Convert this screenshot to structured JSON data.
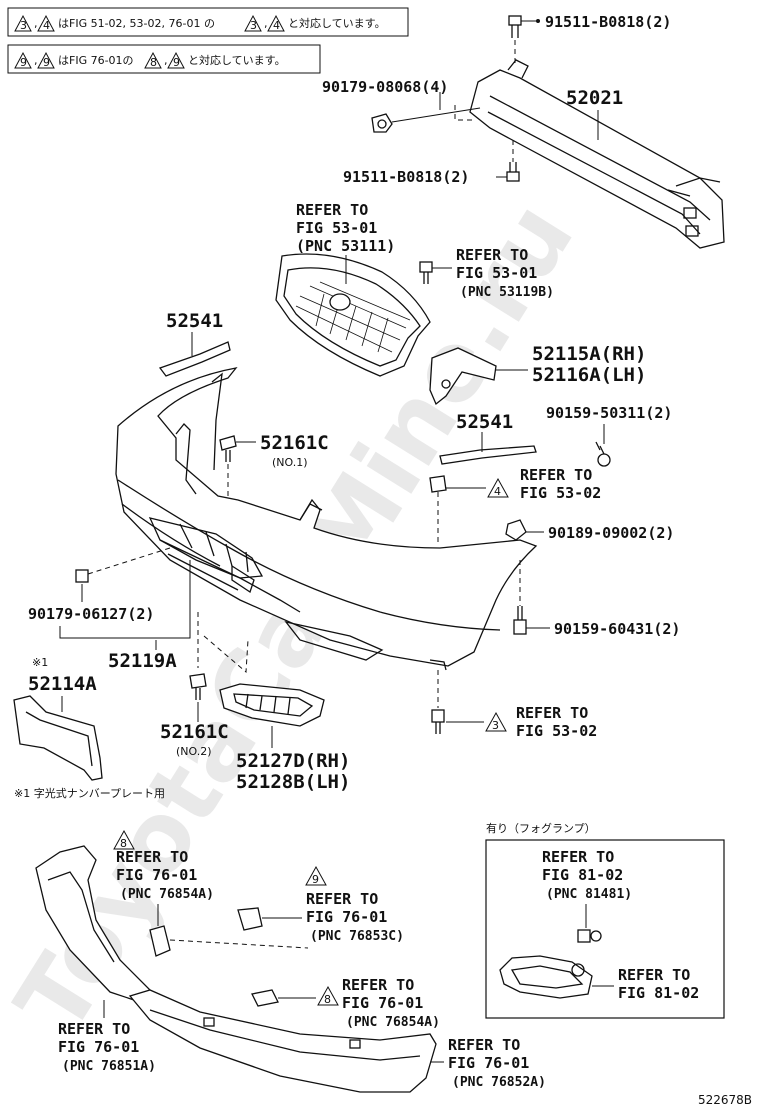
{
  "notes": [
    {
      "tri1": "3",
      "tri2": "4",
      "text_a": "はFIG 51-02, 53-02, 76-01 の",
      "text_b": "と対応しています。"
    },
    {
      "tri1": "9",
      "tri2": "9",
      "text_a": "はFIG 76-01の",
      "text_b": "と対応しています。",
      "tri3": "8"
    }
  ],
  "watermark": "ToyotaCarMine.ru",
  "parts": {
    "p91511_top": "91511-B0818(2)",
    "p90179_08068": "90179-08068(4)",
    "p52021": "52021",
    "p91511_bot": "91511-B0818(2)",
    "grille_ref": [
      "REFER TO",
      "FIG 53-01",
      "(PNC 53111)"
    ],
    "clip_ref": [
      "REFER TO",
      "FIG 53-01",
      "(PNC 53119B)"
    ],
    "p52541_a": "52541",
    "p52115A": "52115A(RH)",
    "p52116A": "52116A(LH)",
    "p52541_b": "52541",
    "p90159_50311": "90159-50311(2)",
    "p52161C_a": "52161C",
    "no1": "(NO.1)",
    "ref4_tri": "4",
    "ref4": [
      "REFER TO",
      "FIG 53-02"
    ],
    "p90189_09002": "90189-09002(2)",
    "p90179_06127": "90179-06127(2)",
    "p90159_60431": "90159-60431(2)",
    "mark1": "※1",
    "p52119A": "52119A",
    "p52114A": "52114A",
    "p52161C_b": "52161C",
    "no2": "(NO.2)",
    "ref3_tri": "3",
    "ref3": [
      "REFER TO",
      "FIG 53-02"
    ],
    "p52127D": "52127D(RH)",
    "p52128B": "52128B(LH)",
    "plate_note": "※1 字光式ナンバープレート用"
  },
  "lower": {
    "ref8a_tri": "8",
    "ref8a": [
      "REFER TO",
      "FIG 76-01",
      "(PNC 76854A)"
    ],
    "ref9_tri": "9",
    "ref9": [
      "REFER TO",
      "FIG 76-01",
      "(PNC 76853C)"
    ],
    "ref8b_tri": "8",
    "ref8b": [
      "REFER TO",
      "FIG 76-01",
      "(PNC 76854A)"
    ],
    "ref851": [
      "REFER TO",
      "FIG 76-01",
      "(PNC 76851A)"
    ],
    "ref852": [
      "REFER TO",
      "FIG 76-01",
      "(PNC 76852A)"
    ]
  },
  "fog": {
    "header": "有り（フォグランプ）",
    "ref_bulb": [
      "REFER TO",
      "FIG 81-02",
      "(PNC 81481)"
    ],
    "ref_lamp": [
      "REFER TO",
      "FIG 81-02"
    ]
  },
  "figure_id": "522678B"
}
